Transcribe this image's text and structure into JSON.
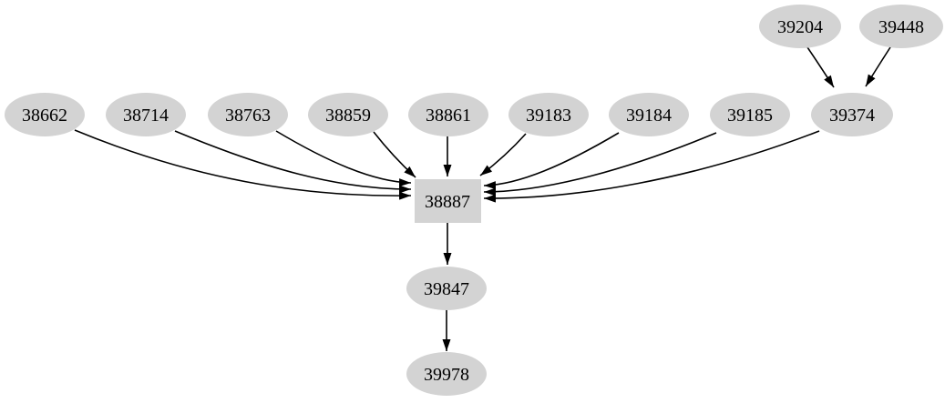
{
  "graph": {
    "type": "directed-graph",
    "background_color": "#ffffff",
    "node_fill": "#d3d3d3",
    "edge_color": "#000000",
    "text_color": "#000000",
    "nodes": [
      {
        "id": "38662",
        "label": "38662",
        "shape": "ellipse"
      },
      {
        "id": "38714",
        "label": "38714",
        "shape": "ellipse"
      },
      {
        "id": "38763",
        "label": "38763",
        "shape": "ellipse"
      },
      {
        "id": "38859",
        "label": "38859",
        "shape": "ellipse"
      },
      {
        "id": "38861",
        "label": "38861",
        "shape": "ellipse"
      },
      {
        "id": "39183",
        "label": "39183",
        "shape": "ellipse"
      },
      {
        "id": "39184",
        "label": "39184",
        "shape": "ellipse"
      },
      {
        "id": "39185",
        "label": "39185",
        "shape": "ellipse"
      },
      {
        "id": "39374",
        "label": "39374",
        "shape": "ellipse"
      },
      {
        "id": "39204",
        "label": "39204",
        "shape": "ellipse"
      },
      {
        "id": "39448",
        "label": "39448",
        "shape": "ellipse"
      },
      {
        "id": "38887",
        "label": "38887",
        "shape": "box"
      },
      {
        "id": "39847",
        "label": "39847",
        "shape": "ellipse"
      },
      {
        "id": "39978",
        "label": "39978",
        "shape": "ellipse"
      }
    ],
    "edges": [
      {
        "from": "38662",
        "to": "38887"
      },
      {
        "from": "38714",
        "to": "38887"
      },
      {
        "from": "38763",
        "to": "38887"
      },
      {
        "from": "38859",
        "to": "38887"
      },
      {
        "from": "38861",
        "to": "38887"
      },
      {
        "from": "39183",
        "to": "38887"
      },
      {
        "from": "39184",
        "to": "38887"
      },
      {
        "from": "39185",
        "to": "38887"
      },
      {
        "from": "39374",
        "to": "38887"
      },
      {
        "from": "39204",
        "to": "39374"
      },
      {
        "from": "39448",
        "to": "39374"
      },
      {
        "from": "38887",
        "to": "39847"
      },
      {
        "from": "39847",
        "to": "39978"
      }
    ]
  }
}
